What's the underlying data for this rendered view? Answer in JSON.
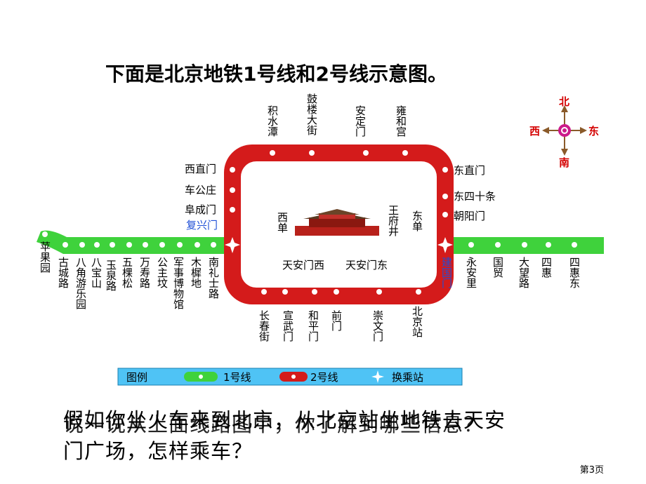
{
  "title": "下面是北京地铁1号线和2号线示意图。",
  "compass": {
    "north": "北",
    "south": "南",
    "west": "西",
    "east": "东"
  },
  "colors": {
    "line1": "#3fd23c",
    "line2": "#d41b1b",
    "legend_bg": "#4fc3f5",
    "accent": "#cc1a8a"
  },
  "line1_stations_left": [
    "苹果园",
    "古城路",
    "八角游乐园",
    "八宝山",
    "玉泉路",
    "五棵松",
    "万寿路",
    "公主坟",
    "军事博物馆",
    "木樨地",
    "南礼士路"
  ],
  "line1_transfer_west": "复兴门",
  "line1_inner": [
    "西单",
    "天安门西",
    "天安门东",
    "王府井",
    "东单"
  ],
  "line1_transfer_east": "建国门",
  "line1_stations_right": [
    "永安里",
    "国贸",
    "大望路",
    "四惠",
    "四惠东"
  ],
  "line2_top": [
    "积水潭",
    "鼓楼大街",
    "安定门",
    "雍和宫"
  ],
  "line2_left": [
    "西直门",
    "车公庄",
    "阜成门"
  ],
  "line2_right": [
    "东直门",
    "东四十条",
    "朝阳门"
  ],
  "line2_bottom": [
    "长春街",
    "宣武门",
    "和平门",
    "前门",
    "崇文门",
    "北京站"
  ],
  "legend": {
    "title": "图例",
    "line1": "1号线",
    "line2": "2号线",
    "transfer": "换乘站"
  },
  "question1": "假如你坐火车来到北京，从北京站坐地铁去天安",
  "question1b": "门广场，怎样乘车？",
  "question2": "说一说从上面线路图中，你了解到哪些信息？",
  "page": "第3页"
}
